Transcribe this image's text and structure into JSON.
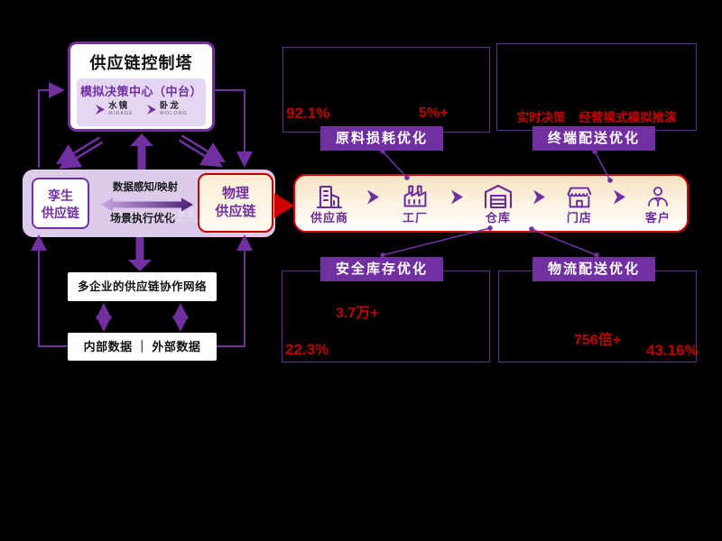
{
  "colors": {
    "purple": "#7030A0",
    "panel_border": "#5E2C8A",
    "band_fill": "#DCCBEB",
    "red": "#C00000",
    "cream": "#FBEED3",
    "black_bg": "#000000"
  },
  "tower": {
    "title": "供应链控制塔",
    "subtitle": "模拟决策中心（中台）",
    "logos": [
      {
        "name": "水镜",
        "latin": "MIRAGE"
      },
      {
        "name": "卧龙",
        "latin": "WOLONG"
      }
    ]
  },
  "band": {
    "twin_line1": "孪生",
    "twin_line2": "供应链",
    "physical_line1": "物理",
    "physical_line2": "供应链",
    "arrow_top_label": "数据感知/映射",
    "arrow_bottom_label": "场景执行优化",
    "watermark_name": "卧龙",
    "watermark_latin": "WOLONG"
  },
  "network": {
    "collab_box": "多企业的供应链协作网络",
    "data_box": "内部数据 ｜ 外部数据"
  },
  "chain": {
    "items": [
      {
        "label": "供应商",
        "icon": "building-icon"
      },
      {
        "label": "工厂",
        "icon": "factory-icon"
      },
      {
        "label": "仓库",
        "icon": "warehouse-icon"
      },
      {
        "label": "门店",
        "icon": "store-icon"
      },
      {
        "label": "客户",
        "icon": "customer-icon"
      }
    ]
  },
  "panels": [
    {
      "label": "原料损耗优化",
      "stat_a": "92.1%",
      "stat_b": "5%+"
    },
    {
      "label": "终端配送优化",
      "stat_a": "实时决策",
      "stat_b": "经营模式模拟推演"
    },
    {
      "label": "安全库存优化",
      "stat_a": "3.7万+",
      "stat_b": "22.3%"
    },
    {
      "label": "物流配送优化",
      "stat_a": "756倍+",
      "stat_b": "43.16%"
    }
  ]
}
